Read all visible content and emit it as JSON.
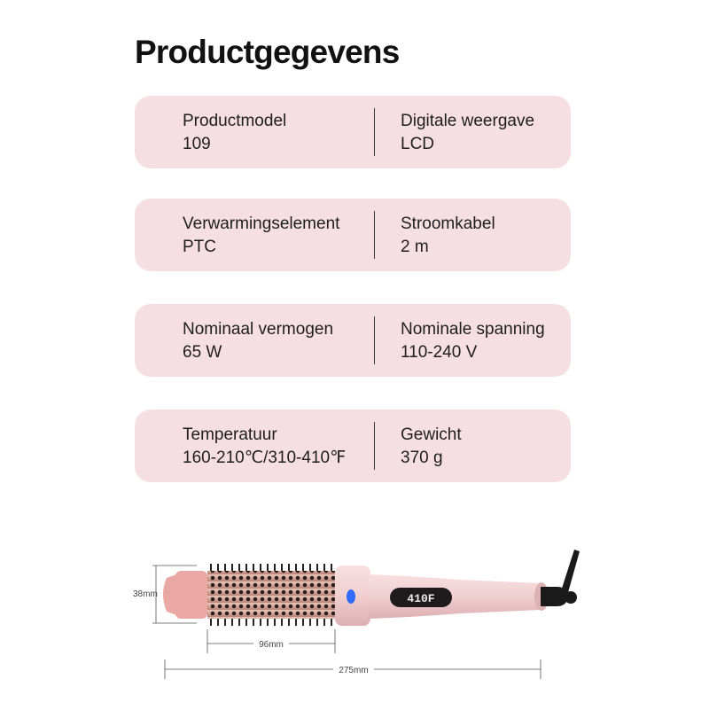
{
  "title": "Productgegevens",
  "specs": [
    {
      "left": {
        "label": "Productmodel",
        "value": "109"
      },
      "right": {
        "label": "Digitale weergave",
        "value": "LCD"
      }
    },
    {
      "left": {
        "label": "Verwarmingselement",
        "value": "PTC"
      },
      "right": {
        "label": "Stroomkabel",
        "value": "2 m"
      }
    },
    {
      "left": {
        "label": "Nominaal vermogen",
        "value": "65 W"
      },
      "right": {
        "label": "Nominale spanning",
        "value": "110-240 V"
      }
    },
    {
      "left": {
        "label": "Temperatuur",
        "value": "160-210℃/310-410℉"
      },
      "right": {
        "label": "Gewicht",
        "value": "370 g"
      }
    }
  ],
  "product": {
    "display_text": "410F",
    "dimensions": {
      "diameter": "38mm",
      "brush_length": "96mm",
      "total_length": "275mm"
    }
  },
  "colors": {
    "card_bg": "#f5dfe2",
    "body_pink": "#f1cfd1",
    "bristle_dark": "#2a2020",
    "led_blue": "#2f6bff"
  }
}
